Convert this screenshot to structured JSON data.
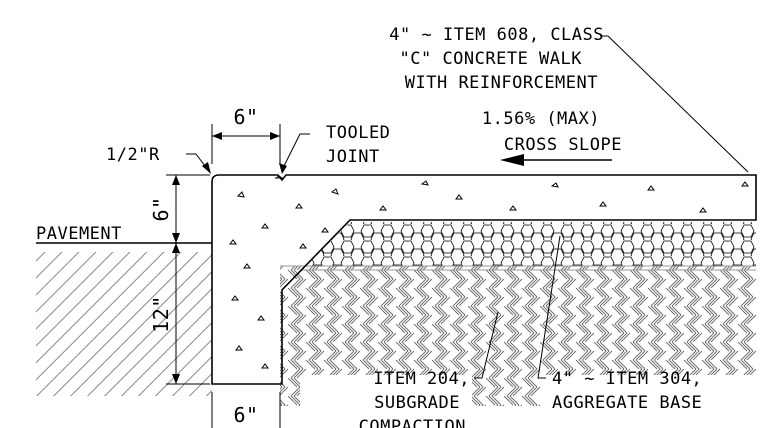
{
  "labels": {
    "walk_line1": "4\" ~ ITEM 608, CLASS",
    "walk_line2": "\"C\" CONCRETE WALK",
    "walk_line3": "WITH REINFORCEMENT",
    "slope_line1": "1.56% (MAX)",
    "slope_line2": "CROSS SLOPE",
    "tooled_line1": "TOOLED",
    "tooled_line2": "JOINT",
    "radius": "1/2\"R",
    "pavement": "PAVEMENT",
    "dim_top_width": "6\"",
    "dim_bottom_width": "6\"",
    "dim_curb_height": "6\"",
    "dim_depth": "12\"",
    "subgrade_line1": "ITEM 204,",
    "subgrade_line2": "SUBGRADE",
    "subgrade_line3": "COMPACTION",
    "base_line1": "4\" ~ ITEM 304,",
    "base_line2": "AGGREGATE BASE"
  }
}
